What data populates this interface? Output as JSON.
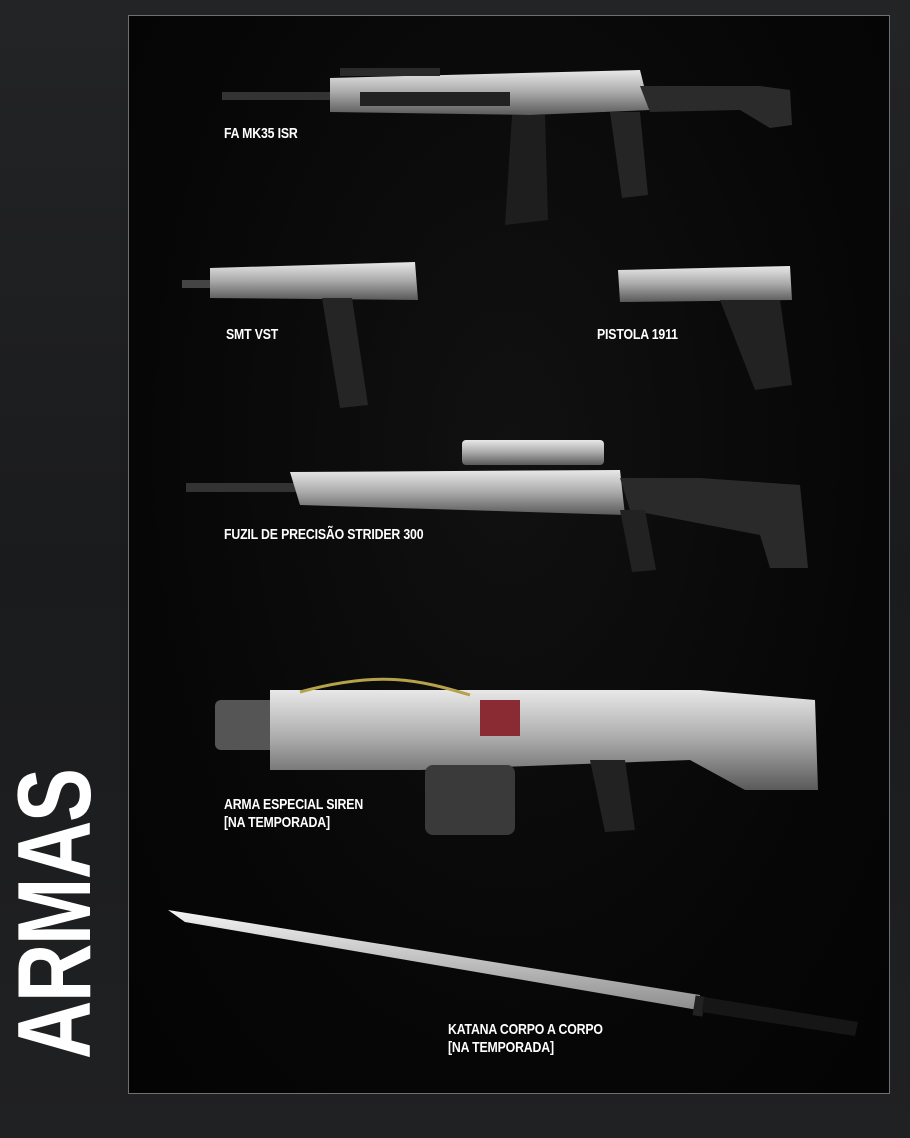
{
  "title": "ARMAS",
  "weapons": [
    {
      "name": "FA MK35 ISR"
    },
    {
      "name": "SMT VST"
    },
    {
      "name": "PISTOLA 1911"
    },
    {
      "name": "FUZIL DE PRECISÃO STRIDER 300"
    },
    {
      "name": "ARMA ESPECIAL SIREN",
      "note": "[NA TEMPORADA]"
    },
    {
      "name": "KATANA CORPO A CORPO",
      "note": "[NA TEMPORADA]"
    }
  ],
  "colors": {
    "background": "#1c1d1f",
    "panel": "#060606",
    "text": "#ffffff",
    "border": "#6f6f6f"
  }
}
